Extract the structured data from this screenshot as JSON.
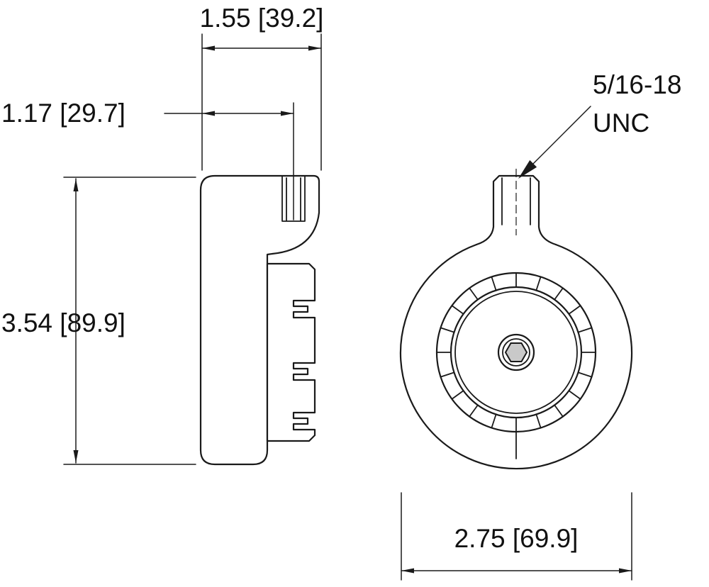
{
  "colors": {
    "background": "#ffffff",
    "line": "#1a1a1a"
  },
  "dimensions": {
    "overall_depth": "1.55 [39.2]",
    "stud_offset": "1.17 [29.7]",
    "overall_height": "3.54 [89.9]",
    "overall_width": "2.75 [69.9]"
  },
  "thread_callout": {
    "line1": "5/16-18",
    "line2": "UNC"
  }
}
